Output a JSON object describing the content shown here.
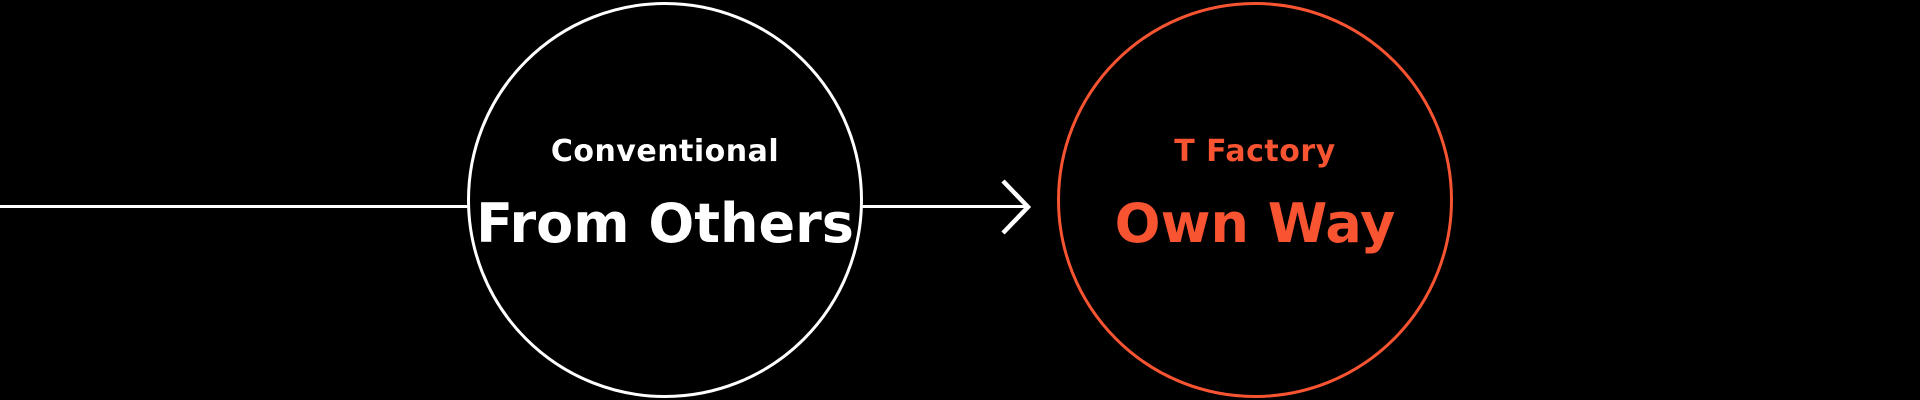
{
  "colors": {
    "background": "#000000",
    "white": "#FFFFFF",
    "accent_orange": "#F85432"
  },
  "flow": {
    "from": {
      "subtitle": "Conventional",
      "title": "From Others"
    },
    "to": {
      "subtitle": "T Factory",
      "title": "Own Way"
    },
    "arrow_direction": "right"
  }
}
